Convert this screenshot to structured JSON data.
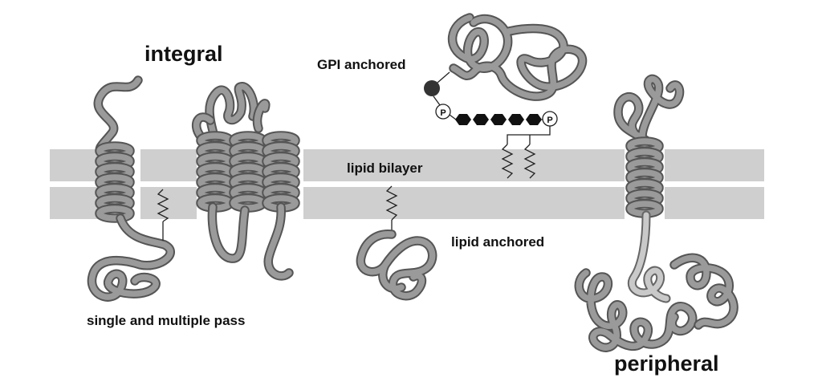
{
  "labels": {
    "integral": "integral",
    "gpi_anchored": "GPI anchored",
    "lipid_bilayer": "lipid bilayer",
    "lipid_anchored": "lipid anchored",
    "single_multiple": "single and multiple pass",
    "peripheral": "peripheral",
    "phosphate": "P"
  },
  "colors": {
    "membrane": "#cfcfcf",
    "protein_fill": "#9a9a9a",
    "protein_outline": "#555555",
    "light_protein_fill": "#c9c9c9",
    "glycan": "#111111"
  }
}
